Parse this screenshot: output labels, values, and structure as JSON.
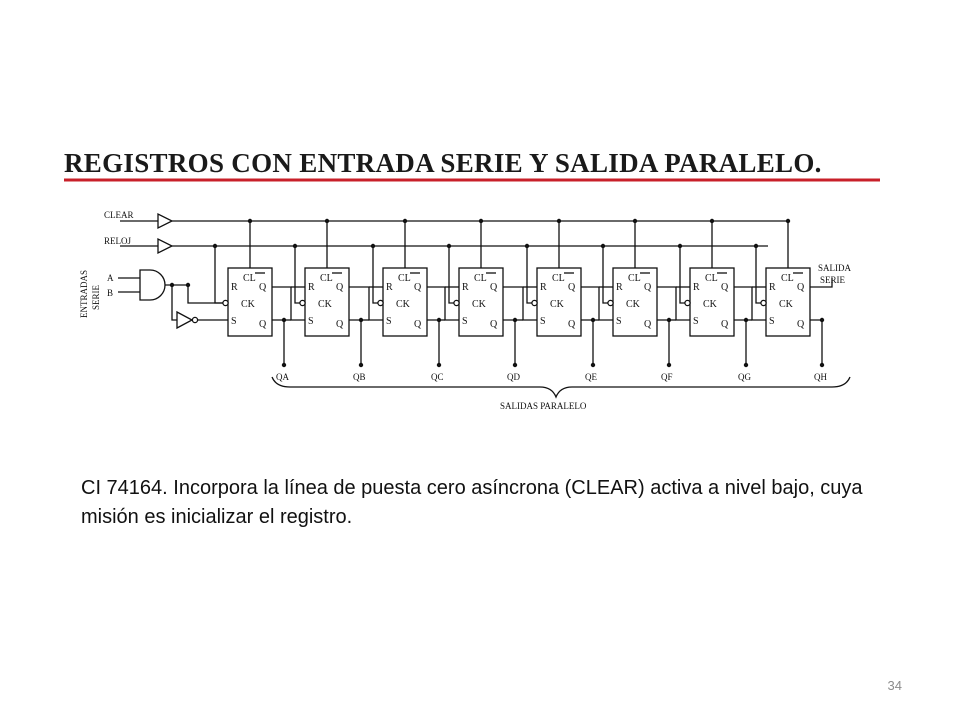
{
  "title": "REGISTROS CON ENTRADA SERIE Y SALIDA PARALELO.",
  "colors": {
    "underline": "#c8202a",
    "ink": "#111111"
  },
  "diagram": {
    "clear_label": "CLEAR",
    "clock_label": "RELOJ",
    "serial_inputs_label_1": "ENTRADAS",
    "serial_inputs_label_2": "SERIE",
    "input_a": "A",
    "input_b": "B",
    "serial_out_label_1": "SALIDA",
    "serial_out_label_2": "SERIE",
    "parallel_out_label": "SALIDAS PARALELO",
    "ff_pins": {
      "clear": "CL",
      "r": "R",
      "q_top": "Q",
      "ck": "CK",
      "s": "S",
      "q_bottom": "Q"
    },
    "outputs": [
      "QA",
      "QB",
      "QC",
      "QD",
      "QE",
      "QF",
      "QG",
      "QH"
    ]
  },
  "caption": "CI 74164. Incorpora la línea de puesta cero asíncrona (CLEAR) activa a nivel bajo, cuya misión es inicializar el registro.",
  "page_number": "34"
}
